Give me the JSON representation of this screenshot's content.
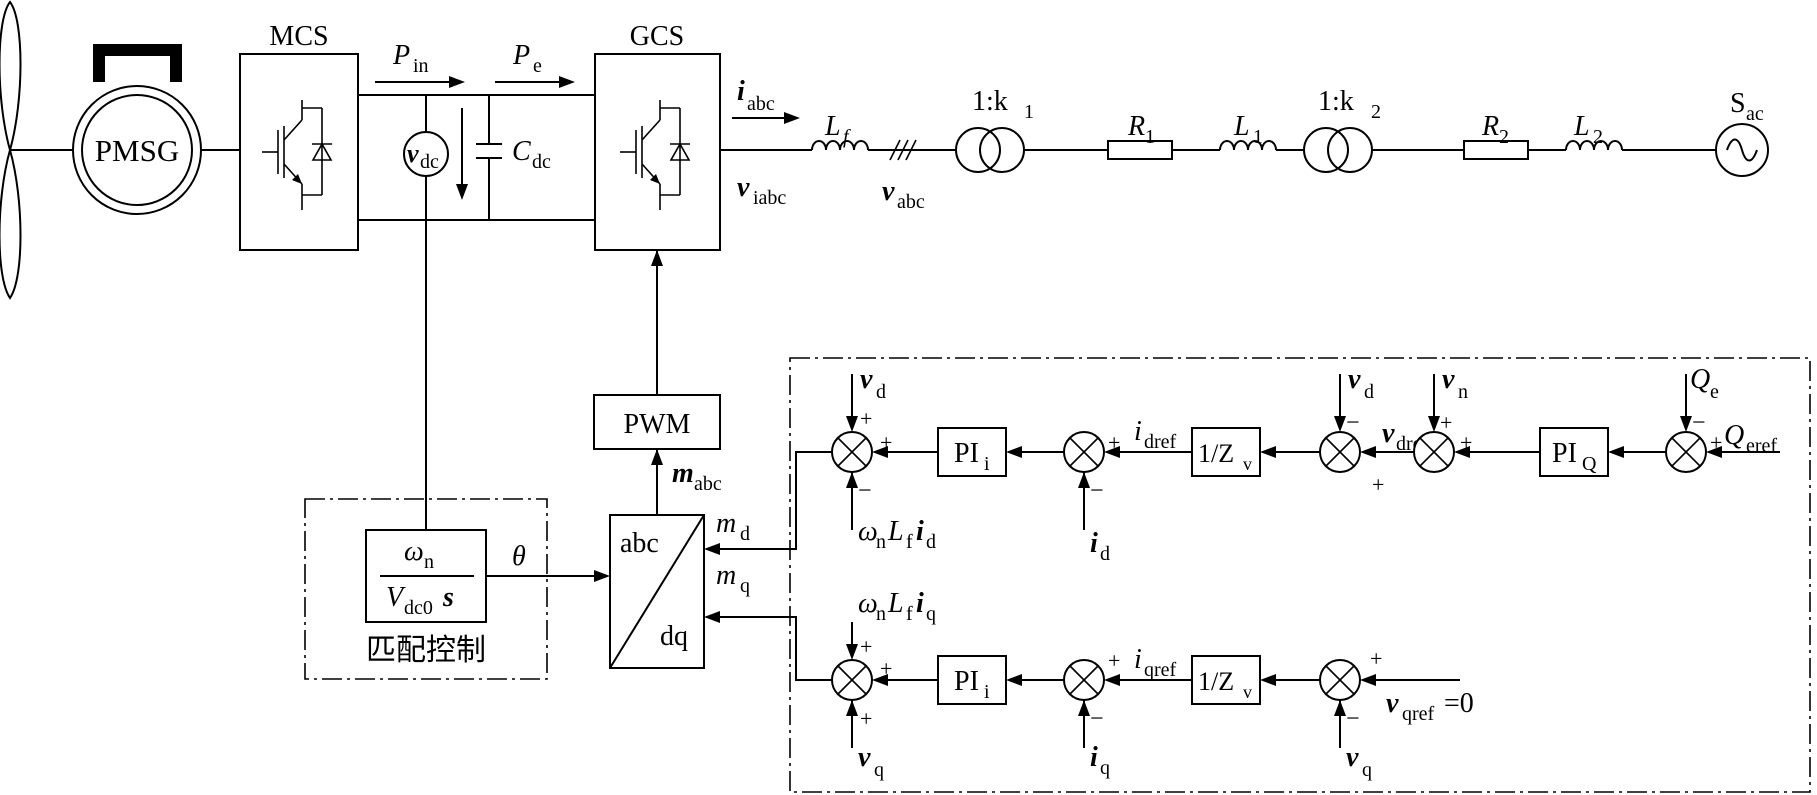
{
  "blocks": {
    "mcs": "MCS",
    "gcs": "GCS",
    "pmsg": "PMSG",
    "pwm": "PWM",
    "abc": "abc",
    "dq": "dq",
    "pi_q_main": "PI",
    "pi_q_sub": "Q",
    "pi_i_main": "PI",
    "pi_i_sub": "i",
    "zv_main": "1/Z",
    "zv_sub": "v",
    "ctrl_title": "匹配控制",
    "tf_num_main": "ω",
    "tf_num_sub": "n",
    "tf_den_main": "V",
    "tf_den_sub": "dc0",
    "tf_den_s": "s",
    "transformer1": "1:k",
    "transformer1_sub": "1",
    "transformer2": "1:k",
    "transformer2_sub": "2"
  },
  "signals": {
    "p_in": [
      "P",
      "in"
    ],
    "p_e": [
      "P",
      "e"
    ],
    "v_dc": [
      "v",
      "dc"
    ],
    "c_dc": [
      "C",
      "dc"
    ],
    "i_abc": [
      "i",
      "abc"
    ],
    "v_iabc": [
      "v",
      "iabc"
    ],
    "v_abc": [
      "v",
      "abc"
    ],
    "l_f": [
      "L",
      "f"
    ],
    "r1": [
      "R",
      "1"
    ],
    "l1": [
      "L",
      "1"
    ],
    "r2": [
      "R",
      "2"
    ],
    "l2": [
      "L",
      "2"
    ],
    "s_ac": [
      "S",
      "ac"
    ],
    "m_abc": [
      "m",
      "abc"
    ],
    "m_d": [
      "m",
      "d"
    ],
    "m_q": [
      "m",
      "q"
    ],
    "theta": "θ",
    "v_d": [
      "v",
      "d"
    ],
    "v_q": [
      "v",
      "q"
    ],
    "v_n": [
      "v",
      "n"
    ],
    "i_d": [
      "i",
      "d"
    ],
    "i_q": [
      "i",
      "q"
    ],
    "i_dref": [
      "i",
      "dref"
    ],
    "i_qref": [
      "i",
      "qref"
    ],
    "v_dref": [
      "v",
      "dref"
    ],
    "v_qref": [
      "v",
      "qref"
    ],
    "v_qref_value": "=0",
    "q_e": [
      "Q",
      "e"
    ],
    "q_eref": [
      "Q",
      "eref"
    ],
    "ff_d": [
      "ω",
      "n",
      "L",
      "f",
      "i",
      "d"
    ],
    "ff_q": [
      "ω",
      "n",
      "L",
      "f",
      "i",
      "q"
    ]
  },
  "signs": {
    "plus": "+",
    "minus": "−"
  },
  "colors": {
    "line": "#000000",
    "background": "#ffffff"
  }
}
